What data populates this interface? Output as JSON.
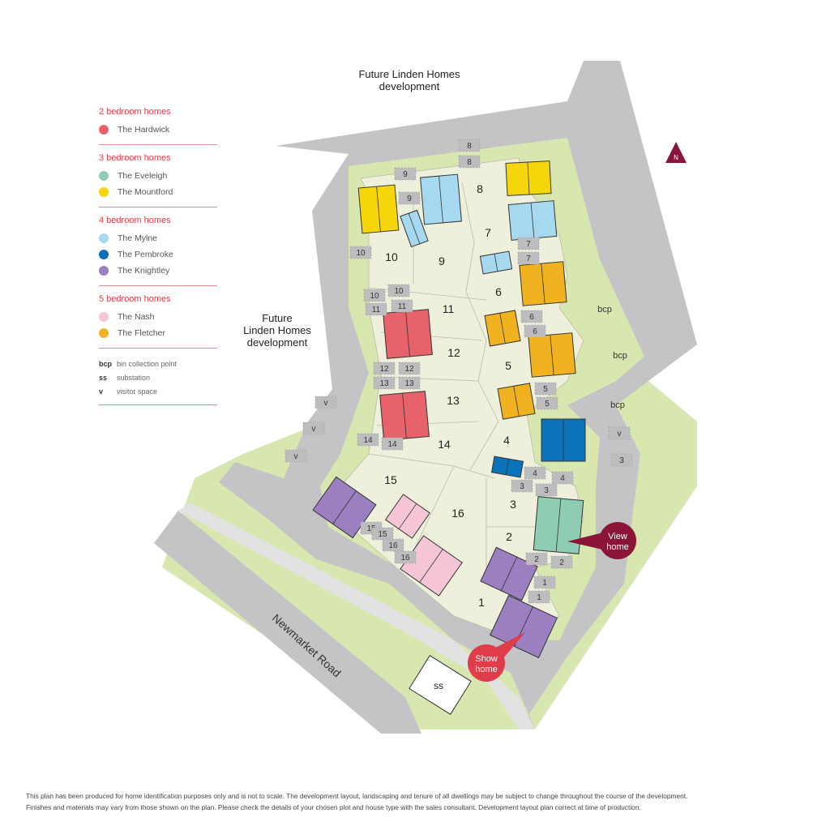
{
  "legend": {
    "groups": [
      {
        "heading": "2 bedroom homes",
        "items": [
          {
            "name": "The Hardwick",
            "color": "#e8626b"
          }
        ]
      },
      {
        "heading": "3 bedroom homes",
        "items": [
          {
            "name": "The Eveleigh",
            "color": "#8ecdb3"
          },
          {
            "name": "The Mountford",
            "color": "#f5d60a"
          }
        ]
      },
      {
        "heading": "4 bedroom homes",
        "items": [
          {
            "name": "The Mylne",
            "color": "#a6d8f0"
          },
          {
            "name": "The Pembroke",
            "color": "#0a72b8"
          },
          {
            "name": "The Knightley",
            "color": "#9b7fc0"
          }
        ]
      },
      {
        "heading": "5 bedroom homes",
        "items": [
          {
            "name": "The Nash",
            "color": "#f6c6d7"
          },
          {
            "name": "The Fletcher",
            "color": "#f0b21e"
          }
        ]
      }
    ],
    "abbreviations": [
      {
        "code": "bcp",
        "meaning": "bin collection point"
      },
      {
        "code": "ss",
        "meaning": "substation"
      },
      {
        "code": "v",
        "meaning": "visitor space"
      }
    ]
  },
  "map": {
    "future_top": [
      "Future Linden Homes",
      "development"
    ],
    "future_left": [
      "Future",
      "Linden Homes",
      "development"
    ],
    "road_name": "Newmarket Road",
    "north_label": "N",
    "bcp_label": "bcp",
    "substation_label": "ss",
    "view_home": [
      "View",
      "home"
    ],
    "show_home": [
      "Show",
      "home"
    ],
    "plots": [
      "10",
      "9",
      "8",
      "7",
      "6",
      "11",
      "12",
      "5",
      "13",
      "14",
      "4",
      "15",
      "16",
      "3",
      "2",
      "1"
    ],
    "parking_labels": [
      "9",
      "9",
      "8",
      "8",
      "10",
      "10",
      "10",
      "11",
      "11",
      "7",
      "7",
      "6",
      "6",
      "12",
      "12",
      "13",
      "13",
      "5",
      "5",
      "14",
      "14",
      "4",
      "4",
      "3",
      "3",
      "15",
      "15",
      "16",
      "16",
      "2",
      "2",
      "1",
      "1",
      "3",
      "v",
      "v",
      "v",
      "v"
    ],
    "houses": [
      "mountford",
      "mountford",
      "mylne",
      "mylne",
      "mylne",
      "mylne",
      "hardwick",
      "hardwick",
      "fletcher",
      "fletcher",
      "fletcher",
      "fletcher",
      "pembroke",
      "pembroke",
      "eveleigh",
      "knightley",
      "knightley",
      "knightley",
      "nash",
      "nash"
    ],
    "colors": {
      "road": "#c4c4c6",
      "green": "#d8e6b0",
      "plot": "#eef0dc",
      "brand": "#e03c4a",
      "maroon": "#8a1538"
    }
  },
  "disclaimer": [
    "This plan has been produced for home identification purposes only and is not to scale. The development layout, landscaping and tenure of all dwellings may be subject to change throughout the course of the development.",
    "Finishes and materials may vary from those shown on the plan. Please check the details of your chosen plot and house type with the sales consultant. Development layout plan correct at time of production."
  ]
}
